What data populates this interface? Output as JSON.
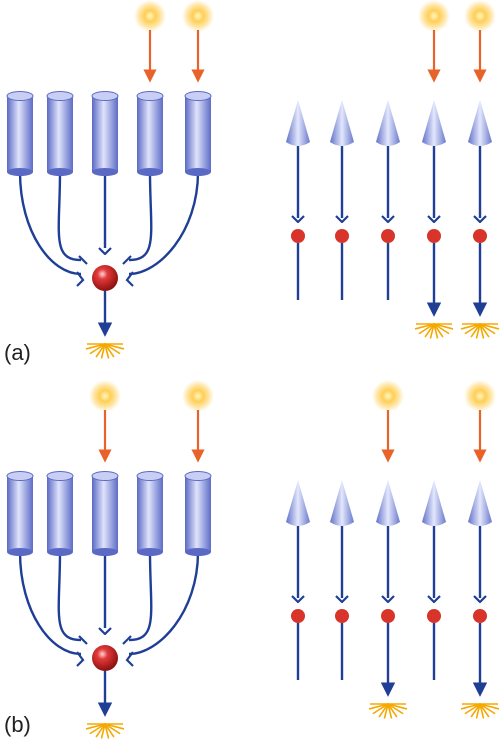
{
  "panels": [
    {
      "id": "a",
      "label": "(a)",
      "left_stimulated": [
        3,
        4
      ],
      "right_stimulated": [
        3,
        4
      ],
      "right_responding": [
        3,
        4
      ]
    },
    {
      "id": "b",
      "label": "(b)",
      "left_stimulated": [
        2,
        4
      ],
      "right_stimulated": [
        2,
        4
      ],
      "right_responding": [
        2,
        4
      ]
    }
  ],
  "colors": {
    "receptor": "#7f8ed6",
    "neuron": "#1f3f96",
    "cell_body": "#cc1a1a",
    "light_arrow": "#e8622a",
    "light_glow": "#ffc64a",
    "response": "#f5a800"
  },
  "icons": {
    "light": "light-spot-icon",
    "rod": "rod-receptor-icon",
    "cone": "cone-receptor-icon",
    "response": "response-burst-icon"
  }
}
